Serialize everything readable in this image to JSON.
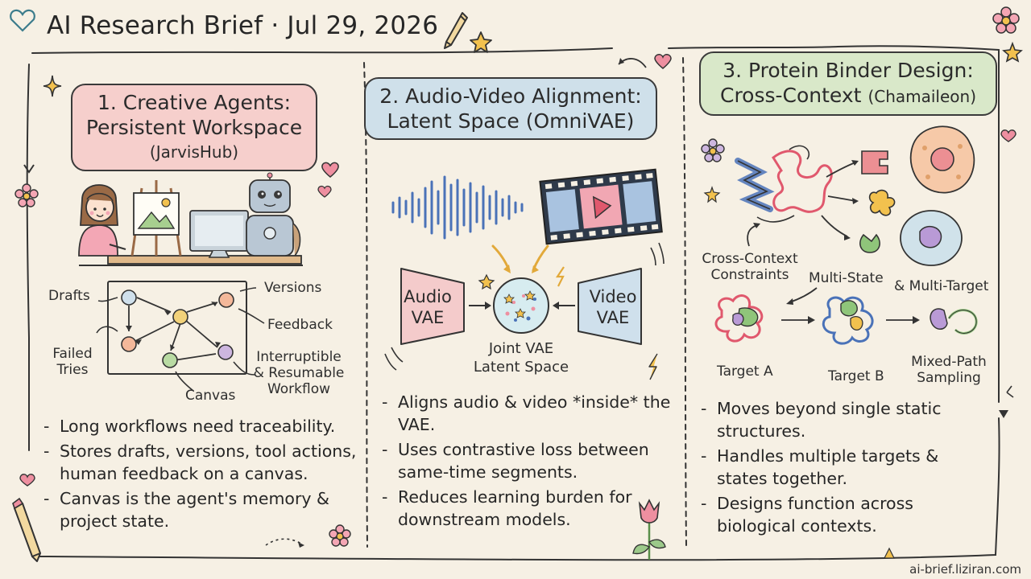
{
  "header": {
    "title": "AI Research Brief · Jul 29, 2026"
  },
  "panels": [
    {
      "title_line1": "1. Creative Agents:",
      "title_line2": "Persistent Workspace",
      "title_line3": "(JarvisHub)",
      "diagram": {
        "drafts": "Drafts",
        "versions": "Versions",
        "feedback": "Feedback",
        "failed_line1": "Failed",
        "failed_line2": "Tries",
        "interruptible_line1": "Interruptible",
        "interruptible_line2": "& Resumable",
        "interruptible_line3": "Workflow",
        "canvas": "Canvas"
      },
      "bullets": [
        "Long workflows need traceability.",
        "Stores drafts, versions, tool actions, human feedback on a canvas.",
        "Canvas is the agent's memory & project state."
      ]
    },
    {
      "title_line1": "2. Audio-Video Alignment:",
      "title_line2": "Latent Space (OmniVAE)",
      "diagram": {
        "audio_line1": "Audio",
        "audio_line2": "VAE",
        "video_line1": "Video",
        "video_line2": "VAE",
        "joint_line1": "Joint VAE",
        "joint_line2": "Latent Space"
      },
      "bullets": [
        "Aligns audio & video *inside* the VAE.",
        "Uses contrastive loss between same-time segments.",
        "Reduces learning burden for downstream models."
      ]
    },
    {
      "title_line1": "3. Protein Binder Design:",
      "title_line2": "Cross-Context",
      "title_line2_sub": "(Chamaileon)",
      "diagram": {
        "cross_line1": "Cross-Context",
        "cross_line2": "Constraints",
        "multistate": "Multi-State",
        "multitarget": "& Multi-Target",
        "target_a": "Target A",
        "target_b": "Target B",
        "mixed_line1": "Mixed-Path",
        "mixed_line2": "Sampling"
      },
      "bullets": [
        "Moves beyond single static structures.",
        "Handles multiple targets & states together.",
        "Designs function across biological contexts."
      ]
    }
  ],
  "footer": {
    "url": "ai-brief.liziran.com"
  },
  "colors": {
    "background": "#f6f0e4",
    "ink": "#2b2b2b",
    "panel1": "#f6cfcc",
    "panel2": "#cfe0ea",
    "panel3": "#d9e8c9",
    "audio_vae": "#f4cbcb",
    "video_vae": "#cfe0ec",
    "accent_yellow": "#f2c14e",
    "accent_pink": "#ee8fa0"
  }
}
